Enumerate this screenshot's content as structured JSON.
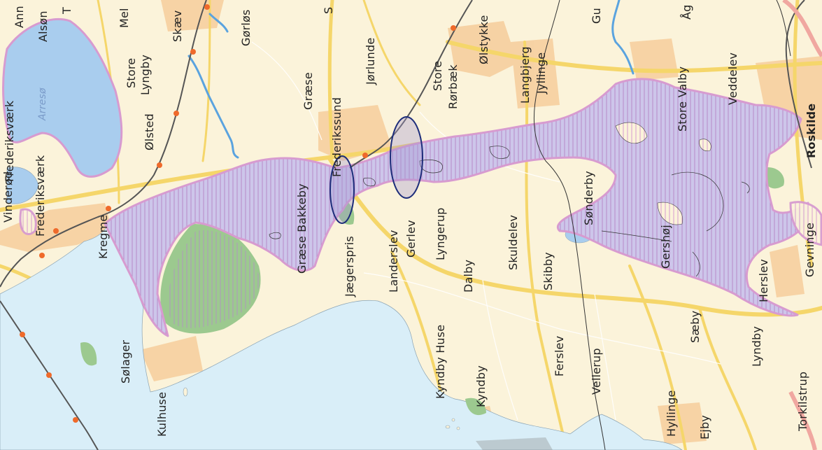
{
  "map": {
    "colors": {
      "land": "#fbf3da",
      "sea": "#d9eef8",
      "lake": "#a9cdee",
      "urban": "#f6cf9f",
      "forest": "#9cc98f",
      "protected_fill": "#c9c0e6",
      "protected_border": "#d79bd0",
      "hatch": "#b68ac8",
      "road": "#f5d66a",
      "railway": "#555555",
      "stream": "#5aa3df",
      "highlight": "#1d2d7a",
      "station": "#ef6a2b"
    },
    "highlights": [
      "ellipse",
      "ellipse"
    ],
    "labels": [
      {
        "id": "ann",
        "text": "Ann"
      },
      {
        "id": "alsoe",
        "text": "Alsøn"
      },
      {
        "id": "t",
        "text": "T"
      },
      {
        "id": "mel",
        "text": "Mel"
      },
      {
        "id": "skaev",
        "text": "Skæv"
      },
      {
        "id": "gorlos",
        "text": "Gørløs"
      },
      {
        "id": "s-top",
        "text": "S"
      },
      {
        "id": "gu",
        "text": "Gu"
      },
      {
        "id": "ag",
        "text": "Åg"
      },
      {
        "id": "store-lyngby",
        "text": "Store"
      },
      {
        "id": "lyngby",
        "text": "Lyngby"
      },
      {
        "id": "arresoe",
        "text": "Arresø"
      },
      {
        "id": "olsted",
        "text": "Ølsted"
      },
      {
        "id": "frederiksvaerk",
        "text": "Frederiksværk"
      },
      {
        "id": "vinderod",
        "text": "Vinderød"
      },
      {
        "id": "frederiksvaerk2",
        "text": "Frederiksværk"
      },
      {
        "id": "kregme",
        "text": "Kregme"
      },
      {
        "id": "graese",
        "text": "Græse"
      },
      {
        "id": "frederikssund",
        "text": "Frederikssund"
      },
      {
        "id": "jorlunde",
        "text": "Jørlunde"
      },
      {
        "id": "store-rorbaek1",
        "text": "Store"
      },
      {
        "id": "store-rorbaek2",
        "text": "Rørbæk"
      },
      {
        "id": "olstykke",
        "text": "Ølstykke"
      },
      {
        "id": "langbjerg",
        "text": "Langbjerg"
      },
      {
        "id": "jyllinge",
        "text": "Jyllinge"
      },
      {
        "id": "store-valby",
        "text": "Store Valby"
      },
      {
        "id": "veddelev",
        "text": "Veddelev"
      },
      {
        "id": "roskilde",
        "text": "Roskilde"
      },
      {
        "id": "graese-bakkeby",
        "text": "Græse Bakkeby"
      },
      {
        "id": "jaegerspris",
        "text": "Jægerspris"
      },
      {
        "id": "landerslev",
        "text": "Landerslev"
      },
      {
        "id": "gerlev",
        "text": "Gerlev"
      },
      {
        "id": "lyngerup",
        "text": "Lyngerup"
      },
      {
        "id": "dalby",
        "text": "Dalby"
      },
      {
        "id": "skuldelev",
        "text": "Skuldelev"
      },
      {
        "id": "skibby",
        "text": "Skibby"
      },
      {
        "id": "sonderby",
        "text": "Sønderby"
      },
      {
        "id": "gershoj",
        "text": "Gershøj"
      },
      {
        "id": "herslev",
        "text": "Herslev"
      },
      {
        "id": "gevninge",
        "text": "Gevninge"
      },
      {
        "id": "kyndby-huse",
        "text": "Kyndby Huse"
      },
      {
        "id": "kyndby",
        "text": "Kyndby"
      },
      {
        "id": "ferslev",
        "text": "Ferslev"
      },
      {
        "id": "vellerup",
        "text": "Vellerup"
      },
      {
        "id": "saeby",
        "text": "Sæby"
      },
      {
        "id": "lyndby",
        "text": "Lyndby"
      },
      {
        "id": "hyllinge",
        "text": "Hyllinge"
      },
      {
        "id": "ejby",
        "text": "Ejby"
      },
      {
        "id": "torkilstrup",
        "text": "Torkilstrup"
      },
      {
        "id": "solager",
        "text": "Sølager"
      },
      {
        "id": "kulhuse",
        "text": "Kulhuse"
      }
    ]
  }
}
